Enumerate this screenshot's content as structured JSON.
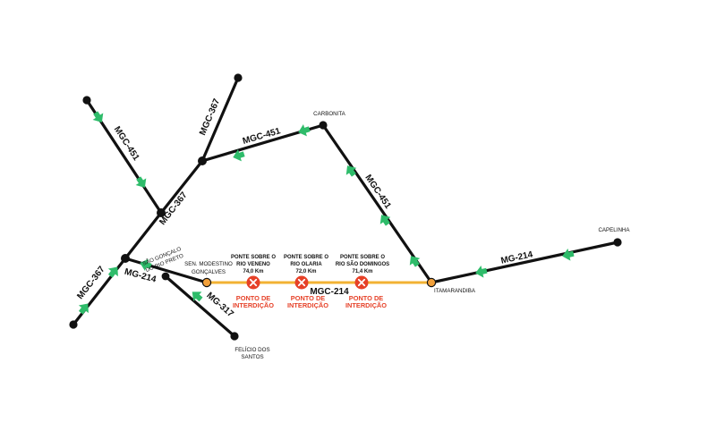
{
  "roads": {
    "mgc451_west": "MGC-451",
    "mgc367_north": "MGC-367",
    "mgc451_mid": "MGC-451",
    "mgc367_mid": "MGC-367",
    "mgc451_east": "MGC-451",
    "mgc367_south": "MGC-367",
    "mg214_west": "MG-214",
    "mgc214_closed": "MGC-214",
    "mg317": "MG-317",
    "mg214_east": "MG-214"
  },
  "cities": {
    "carbonita": "CARBONITA",
    "capelinha": "CAPELINHA",
    "itamarandiba": "ITAMARANDIBA",
    "sao_goncalo": [
      "SÃO GONÇALO",
      "DO RIO PRETO"
    ],
    "sen_modestino": [
      "SEN. MODESTINO",
      "GONÇALVES"
    ],
    "felicio": [
      "FELÍCIO DOS",
      "SANTOS"
    ]
  },
  "bridges": [
    {
      "lines": [
        "PONTE SOBRE O",
        "RIO VENENO",
        "74,0 Km"
      ],
      "status": [
        "PONTO DE",
        "INTERDIÇÃO"
      ]
    },
    {
      "lines": [
        "PONTE SOBRE O",
        "RIO OLARIA",
        "72,0 Km"
      ],
      "status": [
        "PONTO DE",
        "INTERDIÇÃO"
      ]
    },
    {
      "lines": [
        "PONTE SOBRE O",
        "RIO SÃO DOMINGOS",
        "71,4 Km"
      ],
      "status": [
        "PONTO DE",
        "INTERDIÇÃO"
      ]
    }
  ],
  "colors": {
    "road": "#111111",
    "closed_road": "#f2b233",
    "detour_arrow": "#2ebc6a",
    "interdiction": "#e64128",
    "endpoint_orange": "#f2a03a"
  },
  "icons": {
    "detour_arrow": "green-arrow-icon",
    "interdiction": "x-circle-icon"
  }
}
